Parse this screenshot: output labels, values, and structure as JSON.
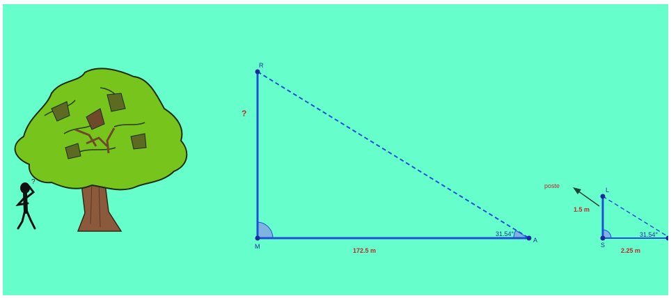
{
  "colors": {
    "background": "#66ffcc",
    "segment": "#1f4fd6",
    "label_red": "#c0262a",
    "point": "#1a2a9c"
  },
  "big_triangle": {
    "vertex_top": "R",
    "vertex_right_angle": "M",
    "vertex_acute": "A",
    "unknown_height": "?",
    "base_length": "172.5 m",
    "angle": "31.54°"
  },
  "small_triangle": {
    "vertex_top": "L",
    "vertex_right_angle": "S",
    "height": "1.5 m",
    "base_length": "2.25 m",
    "angle": "31.54°",
    "pointer_label": "poste"
  },
  "illustration": {
    "tree_icon": "tree-icon",
    "person_icon": "thinking-person-icon",
    "thought_mark": "?"
  }
}
